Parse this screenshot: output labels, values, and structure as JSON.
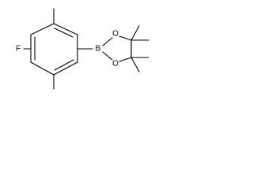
{
  "molecule": {
    "atoms": {
      "fluorine": "F",
      "boron": "B",
      "oxygen_top": "O",
      "oxygen_bottom": "O"
    },
    "colors": {
      "bond": "#000000",
      "label": "#000000",
      "background": "#ffffff"
    }
  }
}
